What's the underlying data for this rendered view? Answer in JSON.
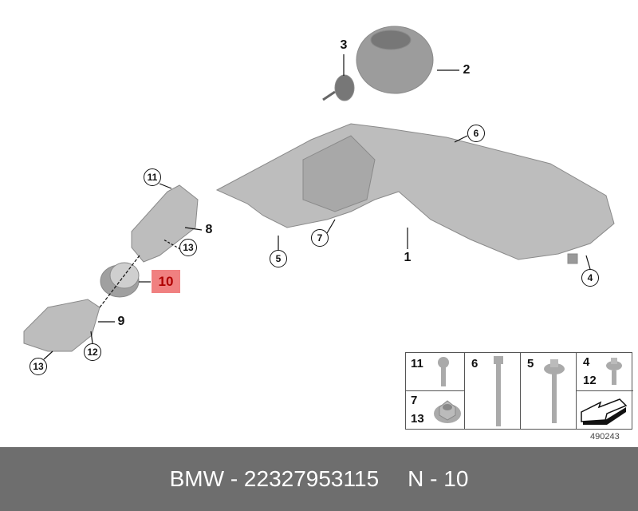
{
  "callouts": {
    "c1": "1",
    "c2": "2",
    "c3": "3",
    "c4": "4",
    "c5": "5",
    "c6": "6",
    "c7": "7",
    "c8": "8",
    "c9": "9",
    "c10": "10",
    "c11": "11",
    "c12": "12",
    "c13a": "13",
    "c13b": "13"
  },
  "legend": {
    "n11": "11",
    "n7": "7",
    "n13": "13",
    "n6": "6",
    "n5": "5",
    "n4": "4",
    "n12": "12"
  },
  "reference_number": "490243",
  "footer": {
    "part": "BMW - 22327953115",
    "position": "N - 10"
  },
  "colors": {
    "highlight": "#f08080",
    "footer_bg": "#6e6e6e",
    "part_gray": "#b8b8b8"
  }
}
